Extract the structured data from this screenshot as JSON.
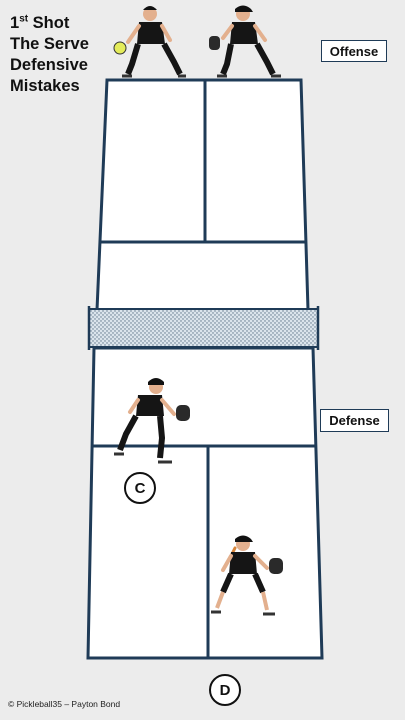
{
  "title": {
    "line1_prefix": "1",
    "line1_sup": "st",
    "line1_suffix": " Shot",
    "line2": "The Serve",
    "line3": "Defensive",
    "line4": "Mistakes"
  },
  "labels": {
    "offense": "Offense",
    "defense": "Defense"
  },
  "markers": {
    "c": "C",
    "d": "D"
  },
  "credit": "© Pickleball35 – Payton Bond",
  "colors": {
    "background": "#ececec",
    "court_fill": "#ffffff",
    "court_lines": "#1f3b57",
    "net": "#7a8fa3",
    "paddle_ball": "#e4ec5a",
    "player_shirt": "#151515",
    "player_skin": "#e3b08e"
  },
  "players": [
    {
      "id": "offense-server",
      "holds_ball": true
    },
    {
      "id": "offense-partner",
      "holds_ball": false
    },
    {
      "id": "defense-player-c",
      "holds_ball": false
    },
    {
      "id": "defense-player-d",
      "holds_ball": false
    }
  ]
}
